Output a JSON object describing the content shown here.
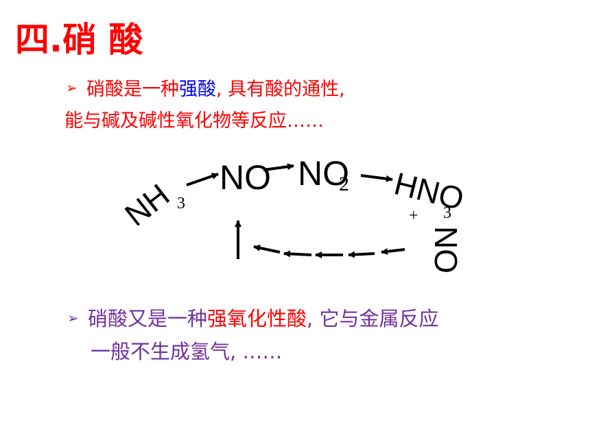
{
  "title": "四.硝 酸",
  "bullet_glyph": "➢",
  "paragraph1": {
    "part1": "硝酸是一种",
    "highlight": "强酸",
    "part2": ", 具有酸的通性,",
    "line2": "能与碱及碱性氧化物等反应……"
  },
  "diagram": {
    "nh3": "NH",
    "nh3_sub": "3",
    "no": "NO",
    "no2": "NO",
    "no2_sub": "2",
    "hno3": "HNO",
    "hno3_sub": "3",
    "plus": "+",
    "no_bottom": "NO"
  },
  "paragraph2": {
    "part1": "硝酸又是一种",
    "highlight": "强氧化性酸",
    "part2": ", 它与金属反应",
    "line2": "一般不生成氢气, ……"
  },
  "colors": {
    "title": "#ff0000",
    "paragraph1": "#ff0000",
    "paragraph1_highlight": "#0000ff",
    "paragraph2": "#7030a0",
    "paragraph2_highlight": "#ff0000"
  }
}
